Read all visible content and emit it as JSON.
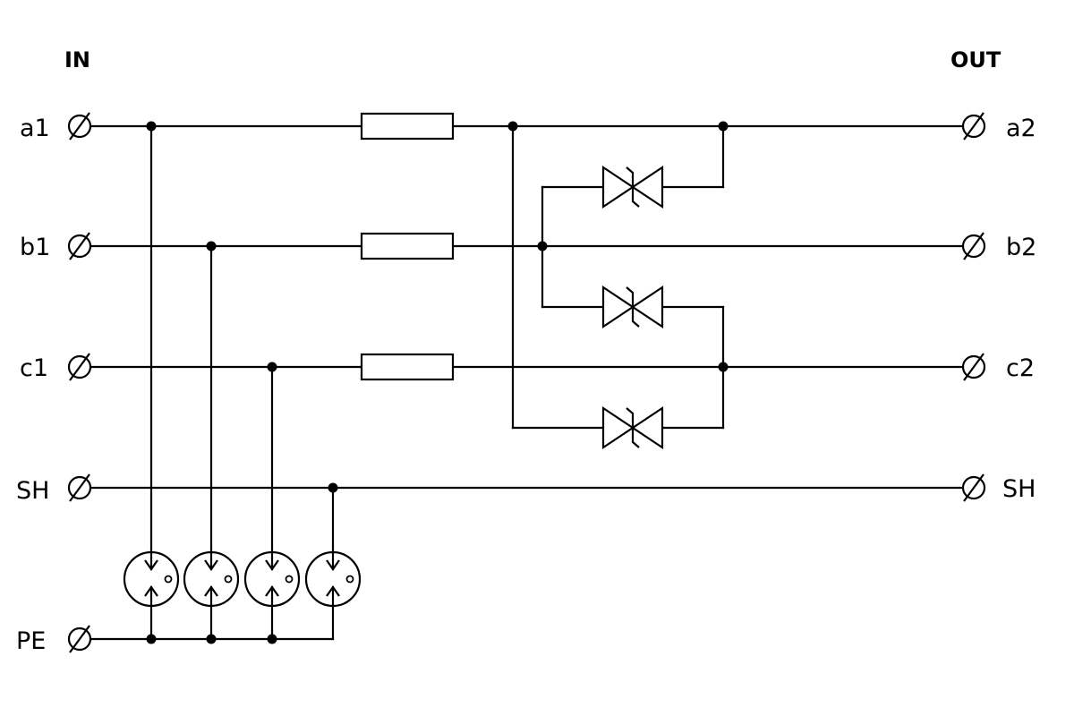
{
  "headers": {
    "in": "IN",
    "out": "OUT"
  },
  "terminals": {
    "left": [
      "a1",
      "b1",
      "c1",
      "SH",
      "PE"
    ],
    "right": [
      "a2",
      "b2",
      "c2",
      "SH"
    ]
  },
  "colors": {
    "line": "#000000",
    "background": "#ffffff"
  },
  "components": {
    "resistors": 3,
    "tvs_diodes": 3,
    "gas_discharge_tubes": 4
  }
}
